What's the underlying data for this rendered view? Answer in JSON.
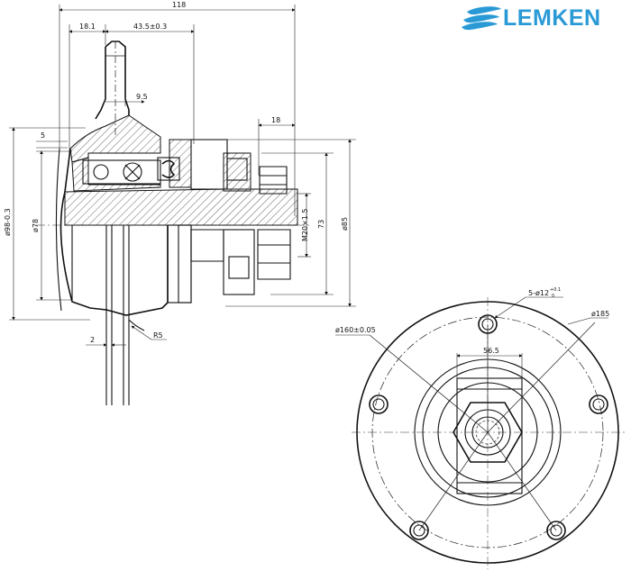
{
  "brand": {
    "name": "LEMKEN",
    "color": "#2a9ad6"
  },
  "dimensions": {
    "overall_length": "118",
    "d_18_1": "18.1",
    "d_43_5": "43.5±0.3",
    "d_9_5": "9.5",
    "d_18": "18",
    "d_5": "5",
    "d_98": "ø98-0.3",
    "d_78": "ø78",
    "thread": "M20×1.5",
    "d_73": "73",
    "d_85": "ø85",
    "d_2": "2",
    "radius": "R5",
    "holes": "5-ø12",
    "holes_tol": "+0.1",
    "holes_tol2": "0",
    "bolt_circle": "ø160±0.05",
    "outer_diameter": "ø185",
    "width_56_5": "56.5"
  },
  "icons": {
    "logo": "lemken-swoosh-icon"
  }
}
